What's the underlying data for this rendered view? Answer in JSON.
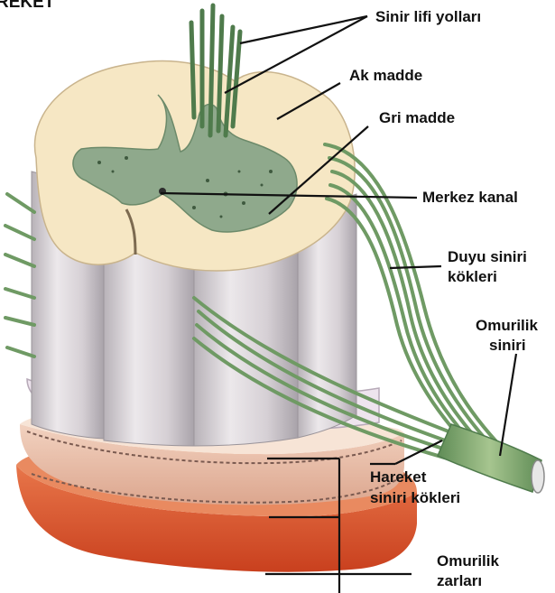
{
  "header_fragment": "REKET",
  "labels": {
    "sinir_lifi_yollari": "Sinir lifi yolları",
    "ak_madde": "Ak madde",
    "gri_madde": "Gri madde",
    "merkez_kanal": "Merkez kanal",
    "duyu_siniri_line1": "Duyu siniri",
    "duyu_siniri_line2": "kökleri",
    "omurilik_siniri_line1": "Omurilik",
    "omurilik_siniri_line2": "siniri",
    "hareket_line1": "Hareket",
    "hareket_line2": "siniri kökleri",
    "omurilik_zarlari_line1": "Omurilik",
    "omurilik_zarlari_line2": "zarları"
  },
  "colors": {
    "white_matter": "#f6e7c4",
    "gray_matter": "#8fa98c",
    "nerve_green": "#6f9a64",
    "column_gray": "#ddd8dc",
    "meninge_pink": "#e4b7a2",
    "meninge_red": "#d9552e"
  }
}
